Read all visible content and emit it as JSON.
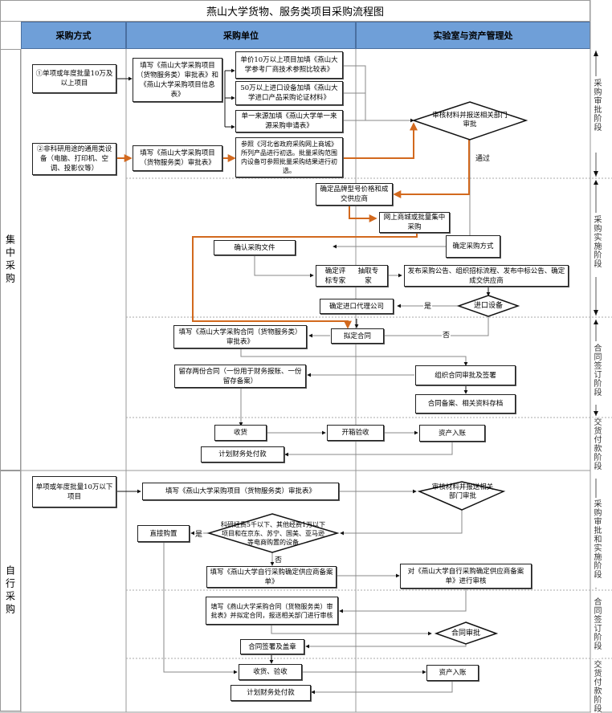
{
  "title": "燕山大学货物、服务类项目采购流程图",
  "columns": [
    "采购方式",
    "采购单位",
    "实验室与资产管理处"
  ],
  "lanes": {
    "centralized": "集中采购",
    "self": "自行采购"
  },
  "stages": {
    "s1": "采购审批阶段",
    "s2": "采购实施阶段",
    "s3": "合同签订阶段",
    "s4": "交货付款阶段",
    "s5": "采购审批和实施阶段",
    "s6": "合同签订阶段",
    "s7": "交货付款阶段"
  },
  "central": {
    "method1": "①单项或年度批量10万及以上项目",
    "method2": "②非科研用途的通用类设备（电脑、打印机、空调、投影仪等）",
    "fill_forms": "填写《燕山大学采购项目（货物服务类）审批表》和《燕山大学采购项目信息表》",
    "fill_form2": "填写《燕山大学采购项目（货物服务类）审批表》",
    "opt_a": "单价10万以上项目加填《燕山大学参考厂商技术参照比较表》",
    "opt_b": "50万以上进口设备加填《燕山大学进口产品采购论证材料》",
    "opt_c": "单一来源加填《燕山大学单一来源采购申请表》",
    "opt_d": "参照《河北省政府采购网上商城》所列产品进行初选。批量采购范围内设备可参照批量采购结果进行初选。",
    "review": "审核材料并报送相关部门审批",
    "pass": "通过",
    "confirm_brand": "确定品牌型号价格和成交供应商",
    "online_mall": "网上商城或批量集中采购",
    "confirm_method": "确定采购方式",
    "confirm_docs": "确认采购文件",
    "experts_a": "确定评标专家",
    "experts_b": "抽取专家",
    "publish": "发布采购公告、组织招标流程、发布中标公告、确定成交供应商",
    "import_q": "进口设备",
    "yes": "是",
    "no": "否",
    "import_agent": "确定进口代理公司",
    "fill_contract": "填写《燕山大学采购合同（货物服务类）审批表》",
    "draft_contract": "拟定合同",
    "keep_copies": "留存两份合同（一份用于财务报账、一份留存备案）",
    "org_sign": "组织合同审批及签署",
    "archive": "合同备案、相关资料存档",
    "receive": "收货",
    "inspect": "开箱验收",
    "asset_in": "资产入账",
    "pay": "计划财务处付款"
  },
  "self": {
    "method": "单项或年度批量10万以下项目",
    "fill_form": "填写《燕山大学采购项目（货物服务类）审批表》",
    "review": "审核材料并报送相关部门审批",
    "cond": "科研经费5千以下、其他经费1万以下项目和在京东、苏宁、国美、亚马逊等电商购置的设备",
    "yes": "是",
    "no": "否",
    "direct": "直接购置",
    "fill_supplier": "填写《燕山大学自行采购确定供应商备案单》",
    "review_supplier": "对《燕山大学自行采购确定供应商备案单》进行审核",
    "fill_contract": "填写《燕山大学采购合同（货物服务类）审批表》并拟定合同，报送相关部门进行审核",
    "contract_review": "合同审批",
    "sign_seal": "合同签署及盖章",
    "receive": "收货、验收",
    "asset_in": "资产入账",
    "pay": "计划财务处付款"
  },
  "colors": {
    "header": "#6f9fd8",
    "highlight_path": "#d2691e",
    "line": "#888888"
  }
}
